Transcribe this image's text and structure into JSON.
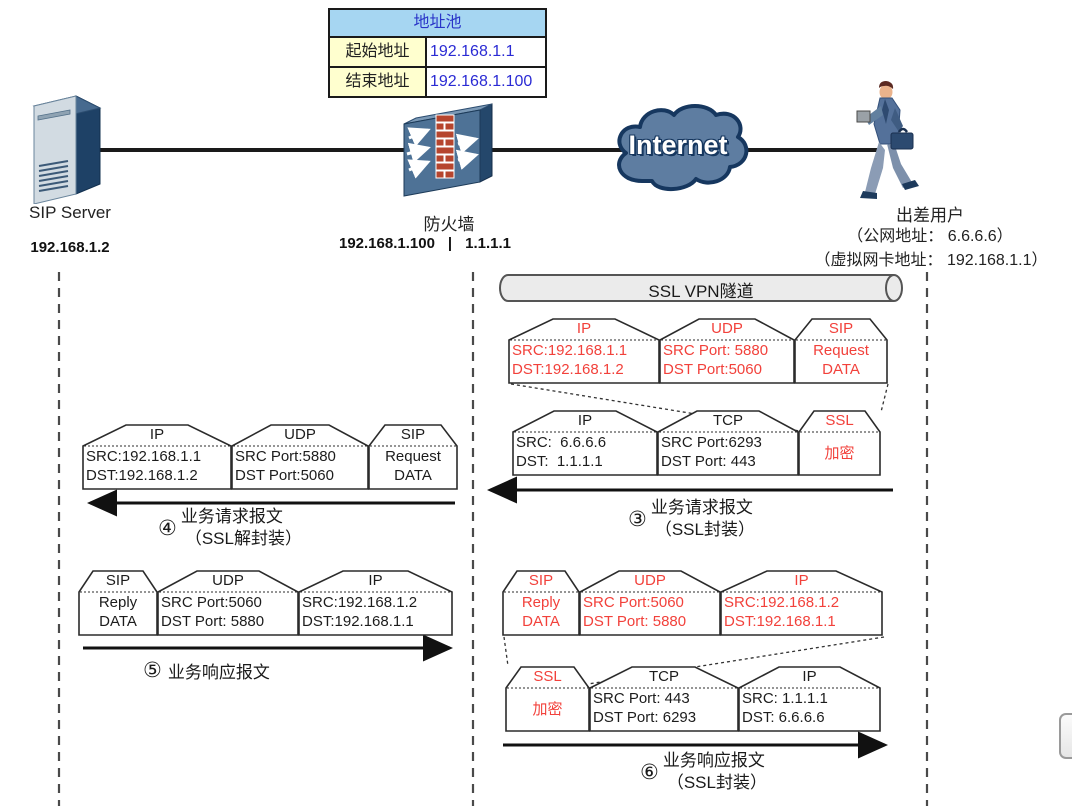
{
  "colors": {
    "packet_red": "#f2413b",
    "pool_value_blue": "#2a2ad4",
    "pool_header_bg": "#a6d6f2",
    "pool_label_bg": "#ffffcf",
    "cloud_fill": "#5e7da1",
    "cloud_border": "#16375f",
    "firewall_blue": "#4e7296",
    "brick_red": "#b6452e"
  },
  "address_pool": {
    "title": "地址池",
    "rows": [
      {
        "label": "起始地址",
        "value": "192.168.1.1"
      },
      {
        "label": "结束地址",
        "value": "192.168.1.100"
      }
    ]
  },
  "nodes": {
    "server": {
      "label": "SIP Server",
      "ip": "192.168.1.2"
    },
    "firewall": {
      "label": "防火墙",
      "ip_internal": "192.168.1.100",
      "separator": "|",
      "ip_public": "1.1.1.1"
    },
    "internet": {
      "label": "Internet"
    },
    "user": {
      "label": "出差用户",
      "public_addr": "（公网地址： 6.6.6.6）",
      "virtual_addr": "（虚拟网卡地址： 192.168.1.1）"
    }
  },
  "tunnel": {
    "label": "SSL VPN隧道"
  },
  "packets": {
    "a": {
      "s": [
        {
          "t": "IP",
          "l1": "SRC:192.168.1.1",
          "l2": "DST:192.168.1.2"
        },
        {
          "t": "UDP",
          "l1": "SRC Port: 5880",
          "l2": "DST Port:5060"
        },
        {
          "t": "SIP",
          "l1": "Request",
          "l2": "DATA"
        }
      ]
    },
    "b": {
      "s": [
        {
          "t": "IP",
          "l1": "SRC:  6.6.6.6",
          "l2": "DST:  1.1.1.1"
        },
        {
          "t": "TCP",
          "l1": "SRC Port:6293",
          "l2": "DST Port: 443"
        },
        {
          "t": "SSL",
          "l1": "加密"
        }
      ]
    },
    "c": {
      "s": [
        {
          "t": "IP",
          "l1": "SRC:192.168.1.1",
          "l2": "DST:192.168.1.2"
        },
        {
          "t": "UDP",
          "l1": "SRC Port:5880",
          "l2": "DST Port:5060"
        },
        {
          "t": "SIP",
          "l1": "Request",
          "l2": "DATA"
        }
      ]
    },
    "d": {
      "s": [
        {
          "t": "SIP",
          "l1": "Reply",
          "l2": "DATA"
        },
        {
          "t": "UDP",
          "l1": "SRC Port:5060",
          "l2": "DST Port: 5880"
        },
        {
          "t": "IP",
          "l1": "SRC:192.168.1.2",
          "l2": "DST:192.168.1.1"
        }
      ]
    },
    "e": {
      "s": [
        {
          "t": "SIP",
          "l1": "Reply",
          "l2": "DATA"
        },
        {
          "t": "UDP",
          "l1": "SRC Port:5060",
          "l2": "DST Port: 5880"
        },
        {
          "t": "IP",
          "l1": "SRC:192.168.1.2",
          "l2": "DST:192.168.1.1"
        }
      ]
    },
    "f": {
      "s": [
        {
          "t": "SSL",
          "l1": "加密"
        },
        {
          "t": "TCP",
          "l1": "SRC Port: 443",
          "l2": "DST Port: 6293"
        },
        {
          "t": "IP",
          "l1": "SRC: 1.1.1.1",
          "l2": "DST: 6.6.6.6"
        }
      ]
    }
  },
  "flows": {
    "f3": {
      "num": "③",
      "line1": "业务请求报文",
      "line2": "（SSL封装）"
    },
    "f4": {
      "num": "④",
      "line1": "业务请求报文",
      "line2": "（SSL解封装）"
    },
    "f5": {
      "num": "⑤",
      "line1": "业务响应报文"
    },
    "f6": {
      "num": "⑥",
      "line1": "业务响应报文",
      "line2": "（SSL封装）"
    }
  }
}
